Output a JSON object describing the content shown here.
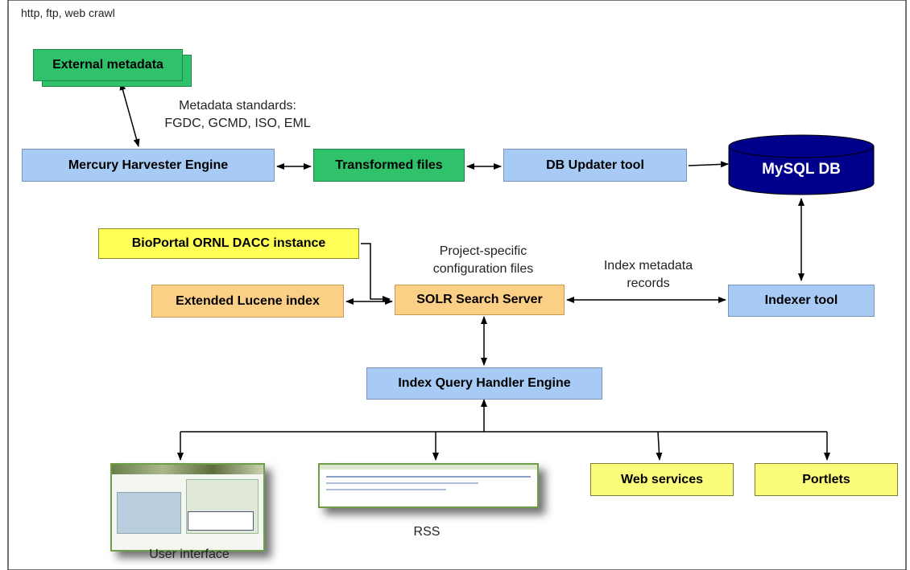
{
  "corner_label": "http, ftp, web crawl",
  "nodes": {
    "external_metadata": "External metadata",
    "mercury": "Mercury Harvester Engine",
    "transformed": "Transformed files",
    "db_updater": "DB Updater tool",
    "mysql": "MySQL DB",
    "bioportal": "BioPortal ORNL DACC instance",
    "lucene": "Extended Lucene index",
    "solr": "SOLR Search Server",
    "indexer": "Indexer tool",
    "query_handler": "Index Query Handler Engine",
    "web_services": "Web services",
    "portlets": "Portlets"
  },
  "labels": {
    "standards_1": "Metadata standards:",
    "standards_2": "FGDC, GCMD, ISO, EML",
    "config_1": "Project-specific",
    "config_2": "configuration files",
    "index_1": "Index metadata",
    "index_2": "records",
    "rss": "RSS",
    "ui": "User interface"
  },
  "colors": {
    "blue": "#a8cbf5",
    "green": "#2fc26b",
    "orange": "#fccf86",
    "yellow": "#ffff55",
    "navy": "#00008b"
  }
}
